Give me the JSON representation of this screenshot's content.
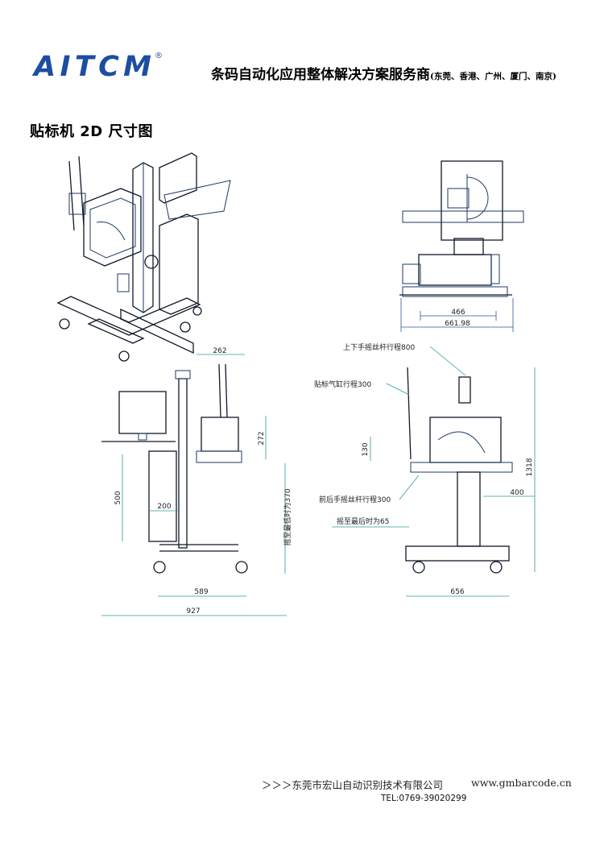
{
  "header": {
    "logo_text": "AITCM",
    "logo_mark": "®",
    "tagline": "条码自动化应用整体解决方案服务商",
    "tagline_cities": "(东莞、香港、广州、厦门、南京)"
  },
  "page_title": "贴标机 2D 尺寸图",
  "drawing": {
    "top_right_dims": [
      "466",
      "661.98"
    ],
    "side_view_dims": [
      "262",
      "272",
      "500",
      "200",
      "589",
      "927"
    ],
    "side_view_note": "摇至最低时为370",
    "front_view_notes": {
      "updown": "上下手摇丝杆行程800",
      "cylinder": "贴标气缸行程300",
      "frontback": "前后手摇丝杆行程300",
      "rear_min": "摇至最后时为65"
    },
    "front_view_dims": [
      "130",
      "1318",
      "400",
      "656"
    ]
  },
  "footer": {
    "company": "＞＞＞东莞市宏山自动识别技术有限公司",
    "website": "www.gmbarcode.cn",
    "tel": "TEL:0769-39020299"
  }
}
